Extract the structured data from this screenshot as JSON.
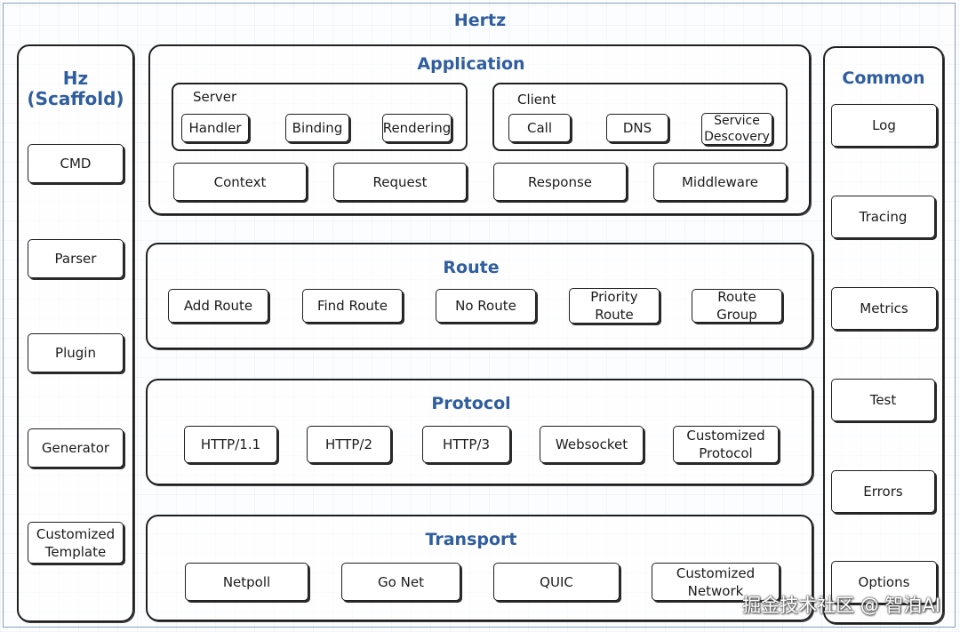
{
  "title": "Hertz",
  "scaffold": {
    "title": "Hz\n(Scaffold)",
    "items": [
      "CMD",
      "Parser",
      "Plugin",
      "Generator",
      "Customized\nTemplate"
    ]
  },
  "application": {
    "title": "Application",
    "server": {
      "label": "Server",
      "items": [
        "Handler",
        "Binding",
        "Rendering"
      ]
    },
    "client": {
      "label": "Client",
      "items": [
        "Call",
        "DNS",
        "Service\nDescovery"
      ]
    },
    "bottom": [
      "Context",
      "Request",
      "Response",
      "Middleware"
    ]
  },
  "route": {
    "title": "Route",
    "items": [
      "Add Route",
      "Find Route",
      "No Route",
      "Priority\nRoute",
      "Route Group"
    ]
  },
  "protocol": {
    "title": "Protocol",
    "items": [
      "HTTP/1.1",
      "HTTP/2",
      "HTTP/3",
      "Websocket",
      "Customized\nProtocol"
    ]
  },
  "transport": {
    "title": "Transport",
    "items": [
      "Netpoll",
      "Go Net",
      "QUIC",
      "Customized\nNetwork"
    ]
  },
  "common": {
    "title": "Common",
    "items": [
      "Log",
      "Tracing",
      "Metrics",
      "Test",
      "Errors",
      "Options"
    ]
  },
  "watermark": "掘金技术社区 @ 智泊AI"
}
